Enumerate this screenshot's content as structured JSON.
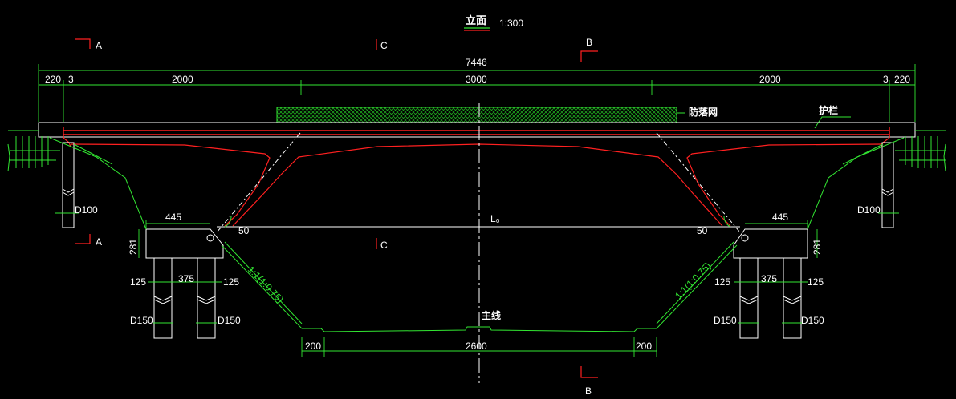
{
  "title": {
    "main": "立面",
    "scale": "1:300"
  },
  "section_marks": {
    "a_top": "A",
    "a_bottom": "A",
    "c_top": "C",
    "c_bottom": "C",
    "b_top": "B",
    "b_bottom": "B"
  },
  "dims": {
    "total": "7446",
    "left_edge": "220",
    "left_gap": "3",
    "left_span": "2000",
    "mid_span": "3000",
    "right_span": "2000",
    "right_gap": "3",
    "right_edge": "220",
    "abut_left_width": "445",
    "abut_right_width": "445",
    "abut_left_height": "281",
    "abut_right_height": "281",
    "pile_left_edge_l": "125",
    "pile_left_spacing": "375",
    "pile_left_edge_r": "125",
    "pile_right_edge_l": "125",
    "pile_right_spacing": "375",
    "pile_right_edge_r": "125",
    "pile_left_d1": "D150",
    "pile_left_d2": "D150",
    "pile_right_d1": "D150",
    "pile_right_d2": "D150",
    "side_pile_left": "D100",
    "side_pile_right": "D100",
    "bottom_left": "200",
    "bottom_mid": "2600",
    "bottom_right": "200",
    "angle_left": "50",
    "angle_right": "50"
  },
  "labels": {
    "net": "防落网",
    "rail": "护栏",
    "span": "L₀",
    "road": "主线",
    "slope_left": "1:1(1:0.75)",
    "slope_right": "1:1(1:0.75)"
  },
  "colors": {
    "background": "#000000",
    "line": "#ffffff",
    "red": "#ff2020",
    "green": "#32e632",
    "hatch": "#1fa01f"
  }
}
